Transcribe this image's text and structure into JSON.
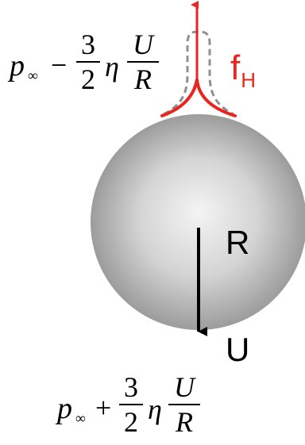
{
  "labels": {
    "force": "f",
    "force_sub": "H",
    "radius": "R",
    "velocity": "U"
  },
  "top_pressure": {
    "p_symbol": "p",
    "p_sub": "∞",
    "sign": "−",
    "coef_num": "3",
    "coef_den": "2",
    "eta": "η",
    "frac_num": "U",
    "frac_den": "R"
  },
  "bottom_pressure": {
    "p_symbol": "p",
    "p_sub": "∞",
    "sign": "+",
    "coef_num": "3",
    "coef_den": "2",
    "eta": "η",
    "frac_num": "U",
    "frac_den": "R"
  },
  "colors": {
    "force": "#e8261f",
    "sphere_light": "#f4f4f4",
    "sphere_dark": "#9c9c9c",
    "dashed_tether": "#8f8f8f",
    "arrow": "#000000"
  }
}
